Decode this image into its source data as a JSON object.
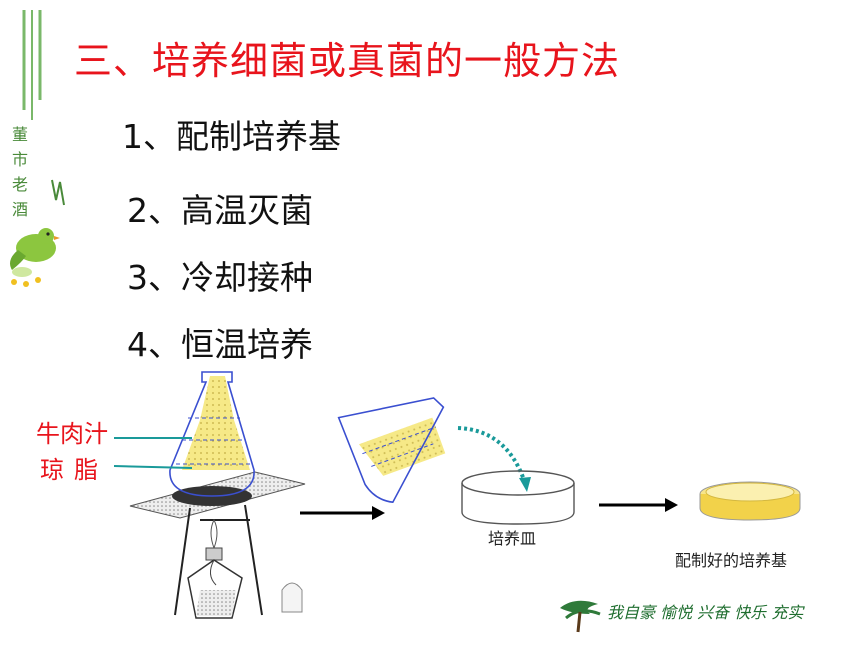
{
  "slide": {
    "title": "三、培养细菌或真菌的一般方法",
    "steps": [
      "1、配制培养基",
      "2、高温灭菌",
      "3、冷却接种",
      "4、恒温培养"
    ]
  },
  "diagram": {
    "label_broth": "牛肉汁",
    "label_agar": "琼脂",
    "caption_dish": "培养皿",
    "caption_prepared": "配制好的培养基"
  },
  "footer": {
    "motto": "我自豪 愉悦 兴奋 快乐 充实"
  },
  "colors": {
    "title": "#e8141c",
    "medium": "#f2e27a",
    "glass_outline": "#3a4fd0",
    "pointer_line": "#1a9a9a",
    "decor_green": "#6ab04c"
  },
  "icons": [
    "bird-icon",
    "pine-tree-icon",
    "arrow-right-icon"
  ]
}
